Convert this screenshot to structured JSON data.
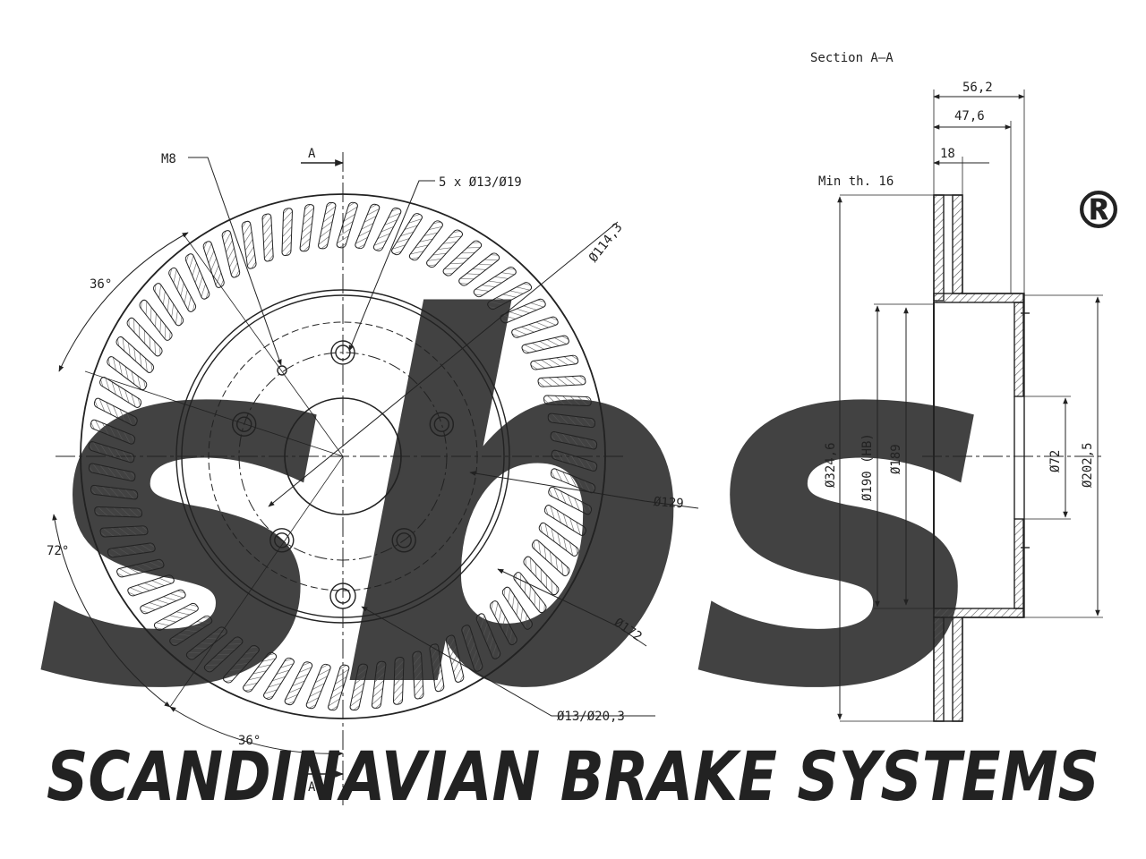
{
  "watermark": {
    "brand_text": "SCANDINAVIAN BRAKE SYSTEMS",
    "logo_text": "sbs",
    "registered_mark": "®",
    "color": "#d9d9d9"
  },
  "colors": {
    "line": "#222222",
    "hatch": "#555555",
    "paper": "#ffffff"
  },
  "front_view": {
    "section_marker_top": "A",
    "section_marker_bottom": "A",
    "thread_label": "M8",
    "bolt_pattern_label": "5 x Ø13/Ø19",
    "pcd_label": "Ø114,3",
    "angle_labels": [
      "36°",
      "72°",
      "36°"
    ],
    "dia_129_label": "Ø129",
    "dia_172_label": "Ø172",
    "hole_label": "Ø13/Ø20,3"
  },
  "section_view": {
    "title": "Section A–A",
    "dim_overall_width": "56,2",
    "dim_hat_depth": "47,6",
    "dim_vent_width": "18",
    "min_thickness": "Min th. 16",
    "dia_outer": "Ø324,6",
    "dia_hat_hb": "Ø190 (HB)",
    "dia_hat_inner": "Ø189",
    "dia_center_bore": "Ø72",
    "dia_hub_face": "Ø202,5"
  }
}
